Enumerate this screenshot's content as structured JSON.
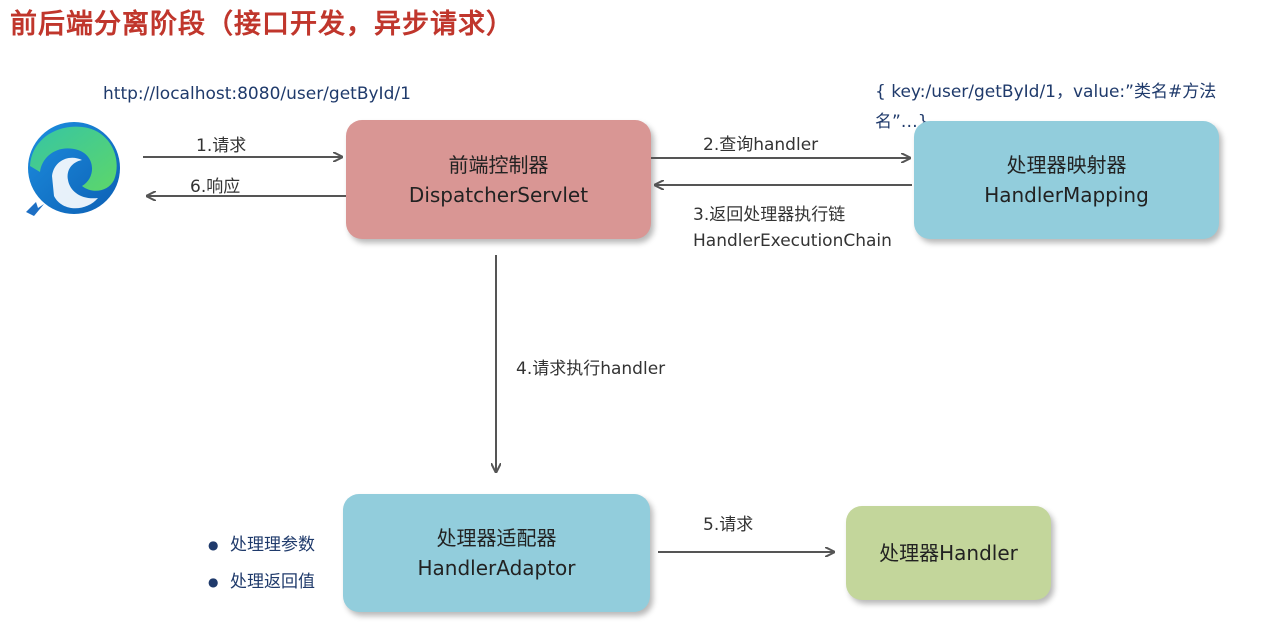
{
  "title": "前后端分离阶段（接口开发，异步请求）",
  "url": "http://localhost:8080/user/getById/1",
  "key_value_note": "{ key:/user/getById/1，value:”类名#方法名”…}",
  "nodes": {
    "dispatcher": {
      "cn": "前端控制器",
      "en": "DispatcherServlet",
      "color": "#d99694"
    },
    "mapping": {
      "cn": "处理器映射器",
      "en": "HandlerMapping",
      "color": "#92cddc"
    },
    "adaptor": {
      "cn": "处理器适配器",
      "en": "HandlerAdaptor",
      "color": "#92cddc"
    },
    "handler": {
      "label": "处理器Handler",
      "color": "#c3d69b"
    }
  },
  "edges": {
    "e1": "1.请求",
    "e2": "2.查询handler",
    "e3_line1": "3.返回处理器执行链",
    "e3_line2": "HandlerExecutionChain",
    "e4": "4.请求执行handler",
    "e5": "5.请求",
    "e6": "6.响应"
  },
  "adaptor_notes": [
    "处理理参数",
    "处理返回值"
  ],
  "icons": {
    "browser": "edge-browser-icon"
  },
  "colors": {
    "title": "#c0362c",
    "note_text": "#1f3a6b",
    "arrow": "#555555"
  }
}
